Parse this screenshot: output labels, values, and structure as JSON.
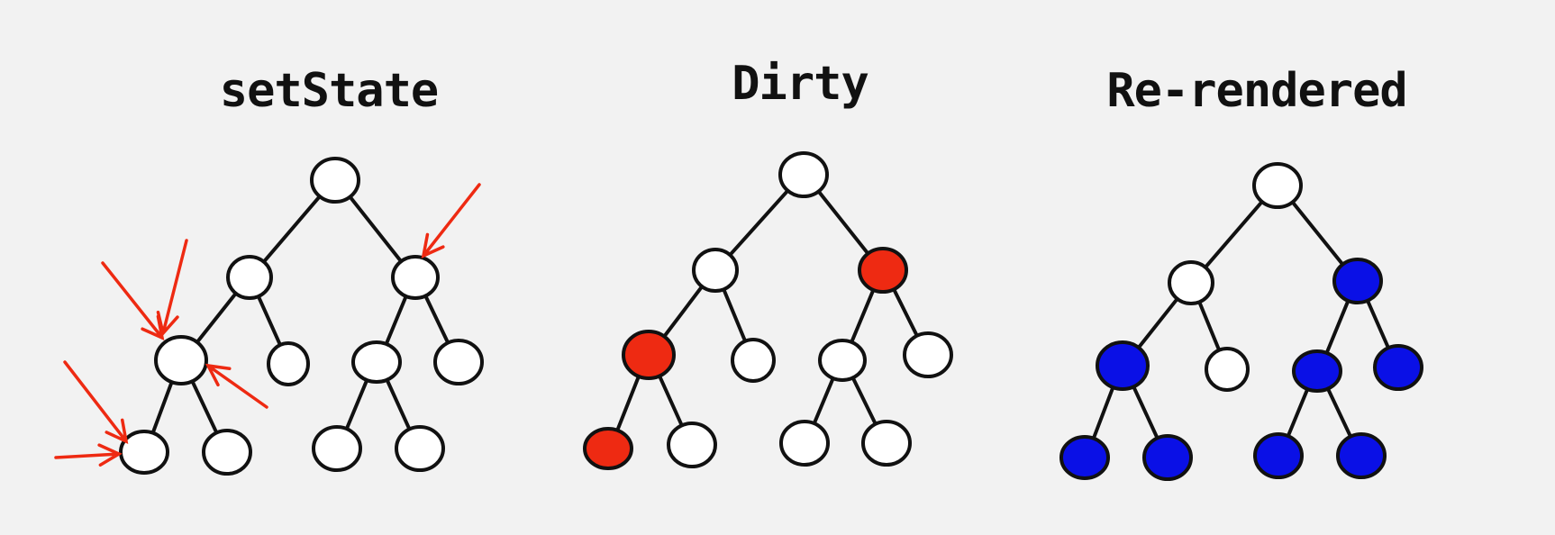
{
  "colors": {
    "background": "#f2f2f2",
    "outline": "#111111",
    "clean": "#ffffff",
    "dirty": "#ee2a12",
    "rerendered": "#0a10e6",
    "arrow": "#ee2a12"
  },
  "panels": [
    {
      "title": "setState",
      "nodes": [
        {
          "id": "root",
          "state": "clean"
        },
        {
          "id": "a",
          "state": "clean"
        },
        {
          "id": "b",
          "state": "clean",
          "setstate": true
        },
        {
          "id": "a1",
          "state": "clean",
          "setstate": true
        },
        {
          "id": "a2",
          "state": "clean"
        },
        {
          "id": "b1",
          "state": "clean"
        },
        {
          "id": "b2",
          "state": "clean"
        },
        {
          "id": "a1a",
          "state": "clean",
          "setstate": true
        },
        {
          "id": "a1b",
          "state": "clean"
        },
        {
          "id": "b1a",
          "state": "clean"
        },
        {
          "id": "b1b",
          "state": "clean"
        }
      ]
    },
    {
      "title": "Dirty",
      "nodes": [
        {
          "id": "root",
          "state": "clean"
        },
        {
          "id": "a",
          "state": "clean"
        },
        {
          "id": "b",
          "state": "dirty"
        },
        {
          "id": "a1",
          "state": "dirty"
        },
        {
          "id": "a2",
          "state": "clean"
        },
        {
          "id": "b1",
          "state": "clean"
        },
        {
          "id": "b2",
          "state": "clean"
        },
        {
          "id": "a1a",
          "state": "dirty"
        },
        {
          "id": "a1b",
          "state": "clean"
        },
        {
          "id": "b1a",
          "state": "clean"
        },
        {
          "id": "b1b",
          "state": "clean"
        }
      ]
    },
    {
      "title": "Re-rendered",
      "nodes": [
        {
          "id": "root",
          "state": "clean"
        },
        {
          "id": "a",
          "state": "clean"
        },
        {
          "id": "b",
          "state": "rerendered"
        },
        {
          "id": "a1",
          "state": "rerendered"
        },
        {
          "id": "a2",
          "state": "clean"
        },
        {
          "id": "b1",
          "state": "rerendered"
        },
        {
          "id": "b2",
          "state": "rerendered"
        },
        {
          "id": "a1a",
          "state": "rerendered"
        },
        {
          "id": "a1b",
          "state": "rerendered"
        },
        {
          "id": "b1a",
          "state": "rerendered"
        },
        {
          "id": "b1b",
          "state": "rerendered"
        }
      ]
    }
  ],
  "edges": [
    [
      "root",
      "a"
    ],
    [
      "root",
      "b"
    ],
    [
      "a",
      "a1"
    ],
    [
      "a",
      "a2"
    ],
    [
      "b",
      "b1"
    ],
    [
      "b",
      "b2"
    ],
    [
      "a1",
      "a1a"
    ],
    [
      "a1",
      "a1b"
    ],
    [
      "b1",
      "b1a"
    ],
    [
      "b1",
      "b1b"
    ]
  ]
}
